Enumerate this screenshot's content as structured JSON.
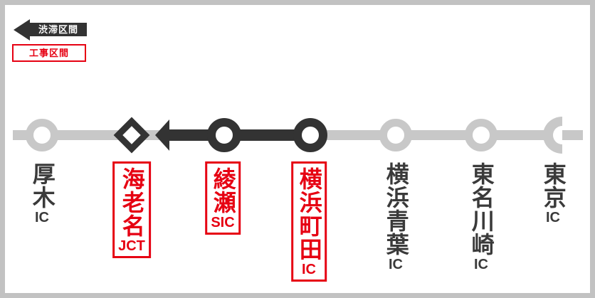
{
  "legend": {
    "congestion_label": "渋滞区間",
    "construction_label": "工事区間"
  },
  "colors": {
    "congestion_dark": "#333333",
    "construction_red": "#e60012",
    "route_gray": "#c8c8c8",
    "frame_border": "#c2c2c2"
  },
  "route": {
    "stations": [
      {
        "name": "厚木",
        "suffix": "IC",
        "shape": "circle",
        "highlighted": false
      },
      {
        "name": "海老名",
        "suffix": "JCT",
        "shape": "diamond",
        "highlighted": true
      },
      {
        "name": "綾瀬",
        "suffix": "SIC",
        "shape": "circle",
        "highlighted": true
      },
      {
        "name": "横浜町田",
        "suffix": "IC",
        "shape": "circle",
        "highlighted": true
      },
      {
        "name": "横浜青葉",
        "suffix": "IC",
        "shape": "circle",
        "highlighted": false
      },
      {
        "name": "東名川崎",
        "suffix": "IC",
        "shape": "half-circle-terminal",
        "highlighted": false
      },
      {
        "name": "東京",
        "suffix": "IC",
        "shape": "half-circle",
        "highlighted": false
      }
    ],
    "congestion_segment": {
      "from_station": "横浜町田",
      "to_station": "海老名",
      "direction": "left"
    }
  }
}
